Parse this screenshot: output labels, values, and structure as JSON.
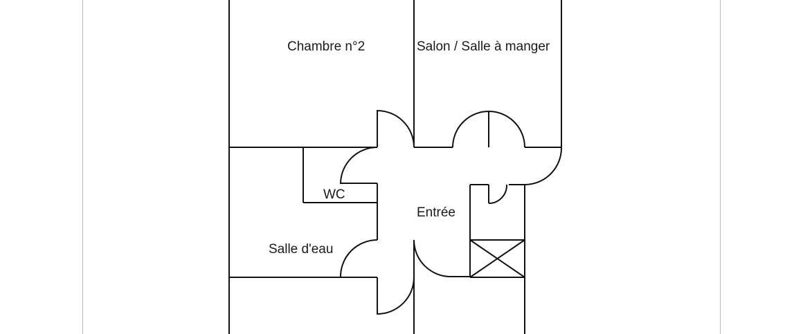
{
  "floor_plan": {
    "rooms": {
      "bedroom2": "Chambre n°2",
      "living": "Salon / Salle à manger",
      "wc": "WC",
      "entrance": "Entrée",
      "shower_room": "Salle d'eau"
    },
    "colors": {
      "wall": "#111111",
      "text": "#1a1a1a",
      "page_border": "#b8b8b8",
      "background": "#ffffff"
    }
  }
}
